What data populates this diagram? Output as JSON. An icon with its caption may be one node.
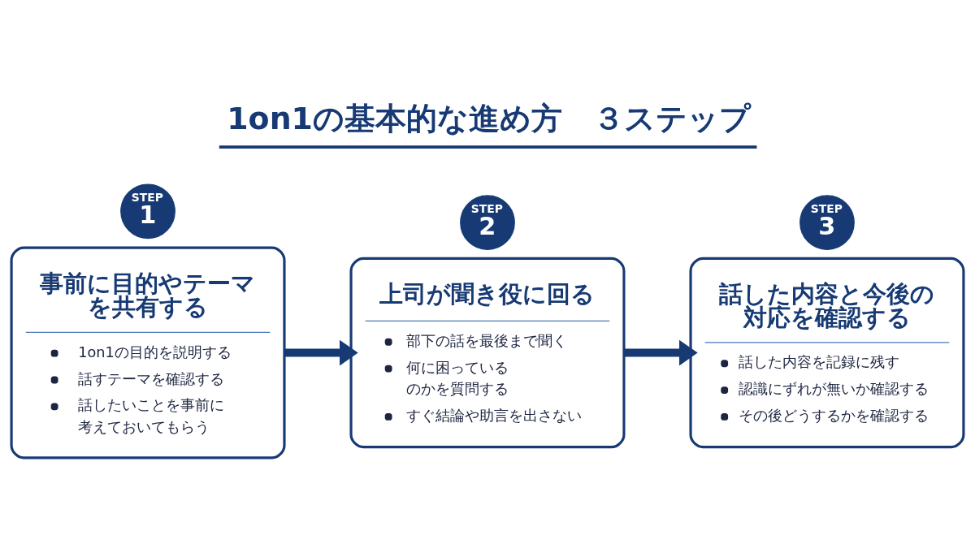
{
  "diagram": {
    "title": "1on1の基本的な進め方　３ステップ",
    "nodes": [
      {
        "text": [
          "STEP",
          "1"
        ]
      },
      {
        "text": [
          "事前に目的やテーマを共有する",
          "1on1の目的を説明する",
          "話すテーマを確認する",
          "話したいことを事前に考えておいてもらう"
        ]
      },
      {
        "text": [
          "STEP",
          "2"
        ]
      },
      {
        "text": [
          "上司が聞き役に回る",
          "部下の話を最後まで聞く",
          "何に困っているのかを質問する",
          "すぐ結論や助言を出さない"
        ]
      },
      {
        "text": [
          "STEP",
          "3"
        ]
      },
      {
        "text": [
          "話した内容と今後の対応を確認する",
          "話した内容を記録に残す",
          "認識にずれが無いか確認する",
          "その後どうするかを確認する"
        ]
      }
    ],
    "edges": [
      {
        "from": 1,
        "to": 3,
        "arrow": "to"
      },
      {
        "from": 3,
        "to": 5,
        "arrow": "to"
      }
    ]
  }
}
